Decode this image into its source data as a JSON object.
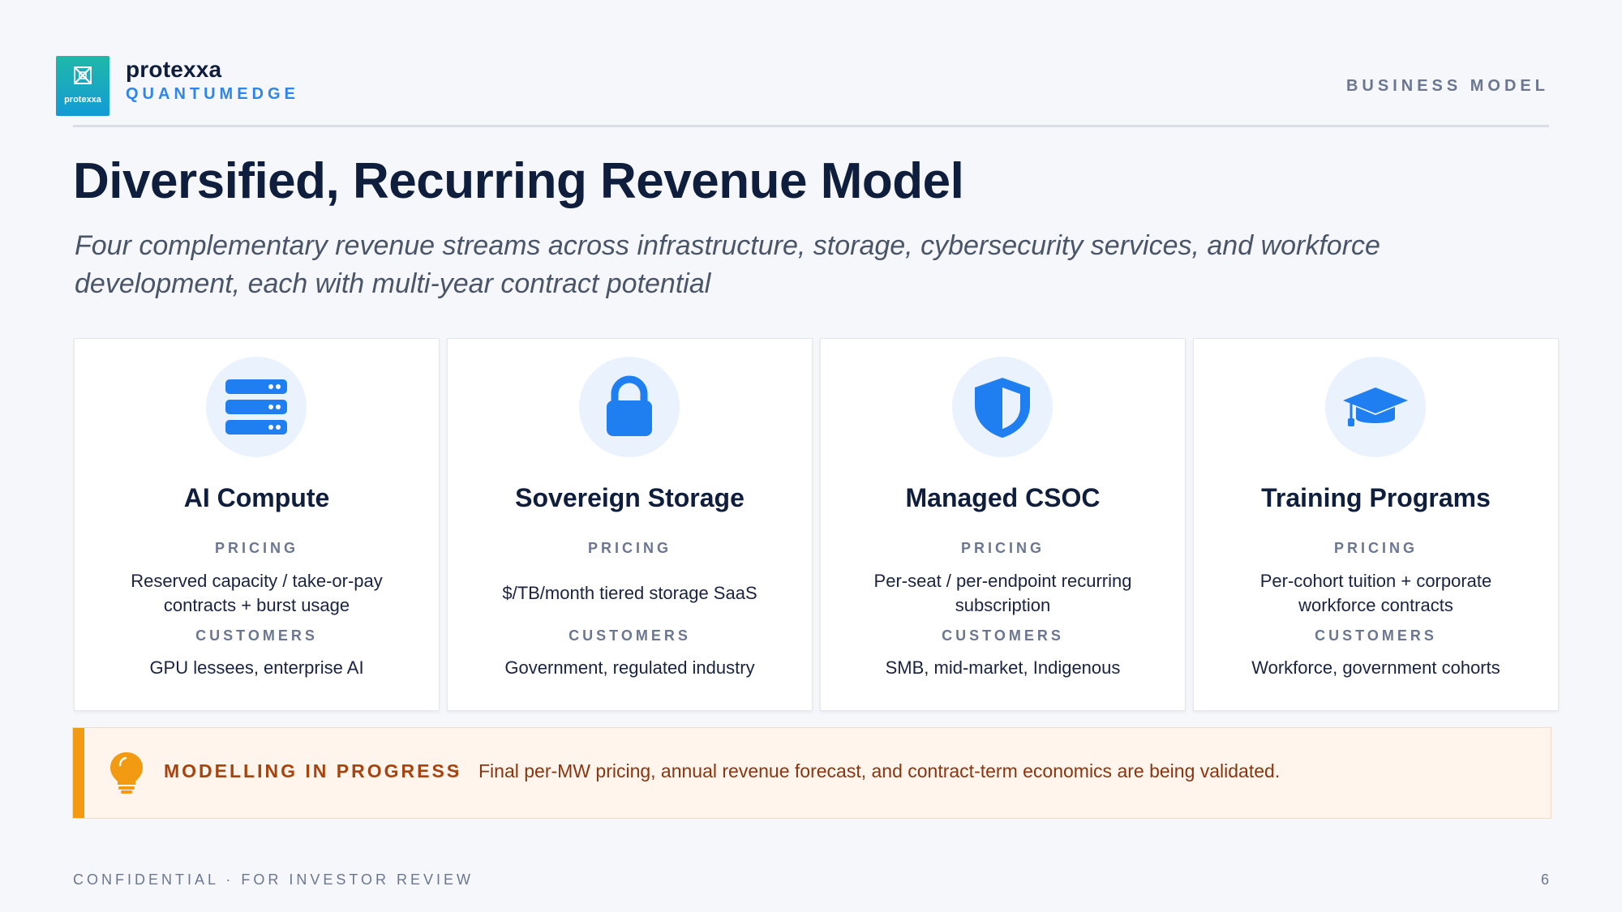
{
  "brand": {
    "logo_text": "protexxa",
    "name": "protexxa",
    "subtitle": "QUANTUMEDGE"
  },
  "header": {
    "section": "BUSINESS MODEL"
  },
  "title": "Diversified, Recurring Revenue Model",
  "subtitle": "Four complementary revenue streams across infrastructure, storage, cybersecurity services, and workforce development, each with multi-year contract potential",
  "colors": {
    "accent": "#2f86e8",
    "icon_bg": "#e9f2fd",
    "warning": "#f29a11",
    "warning_text": "#a6430f"
  },
  "cards": [
    {
      "icon": "server-icon",
      "title": "AI Compute",
      "pricing_label": "PRICING",
      "pricing": "Reserved capacity / take-or-pay contracts + burst usage",
      "customers_label": "CUSTOMERS",
      "customers": "GPU lessees, enterprise AI"
    },
    {
      "icon": "lock-icon",
      "title": "Sovereign Storage",
      "pricing_label": "PRICING",
      "pricing": "$/TB/month tiered storage SaaS",
      "customers_label": "CUSTOMERS",
      "customers": "Government, regulated industry"
    },
    {
      "icon": "shield-icon",
      "title": "Managed CSOC",
      "pricing_label": "PRICING",
      "pricing": "Per-seat / per-endpoint recurring subscription",
      "customers_label": "CUSTOMERS",
      "customers": "SMB, mid-market, Indigenous"
    },
    {
      "icon": "graduation-cap-icon",
      "title": "Training Programs",
      "pricing_label": "PRICING",
      "pricing": "Per-cohort tuition + corporate workforce contracts",
      "customers_label": "CUSTOMERS",
      "customers": "Workforce, government cohorts"
    }
  ],
  "notice": {
    "icon": "lightbulb-icon",
    "label": "MODELLING IN PROGRESS",
    "separator": "·",
    "text": "Final per-MW pricing, annual revenue forecast, and contract-term economics are being validated."
  },
  "footer": {
    "confidential": "CONFIDENTIAL · FOR INVESTOR REVIEW",
    "page": "6"
  }
}
